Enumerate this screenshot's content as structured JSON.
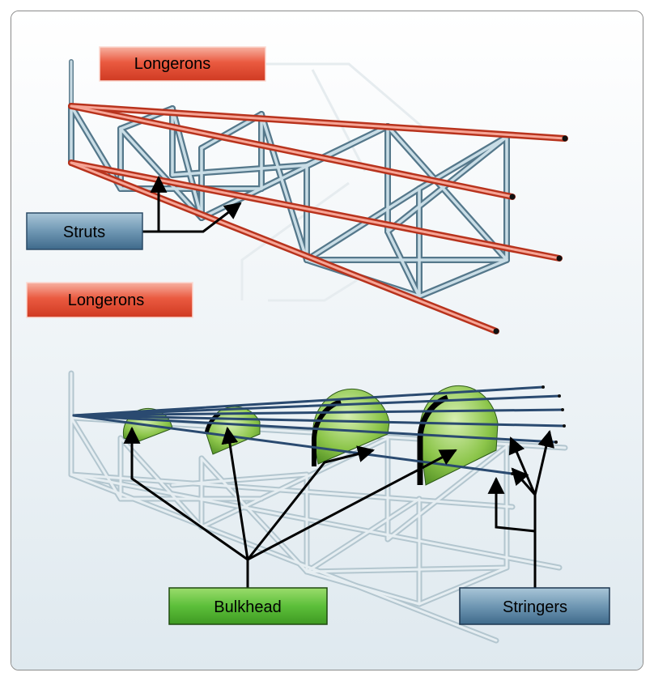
{
  "labels": {
    "longerons_top": "Longerons",
    "longerons_bottom": "Longerons",
    "struts": "Struts",
    "bulkhead": "Bulkhead",
    "stringers": "Stringers"
  },
  "colors": {
    "background_gradient": [
      "#ffffff",
      "#dde8ee"
    ],
    "longeron_red": "#e0452a",
    "strut_blue": "#8fb2c4",
    "bulkhead_green": "#86c140",
    "stringer_navy": "#2a4a70",
    "ghost_frame": "#cfdde4",
    "label_red": "#e8503a",
    "label_blue": "#5f8aa8",
    "label_green": "#5cbf3a"
  }
}
